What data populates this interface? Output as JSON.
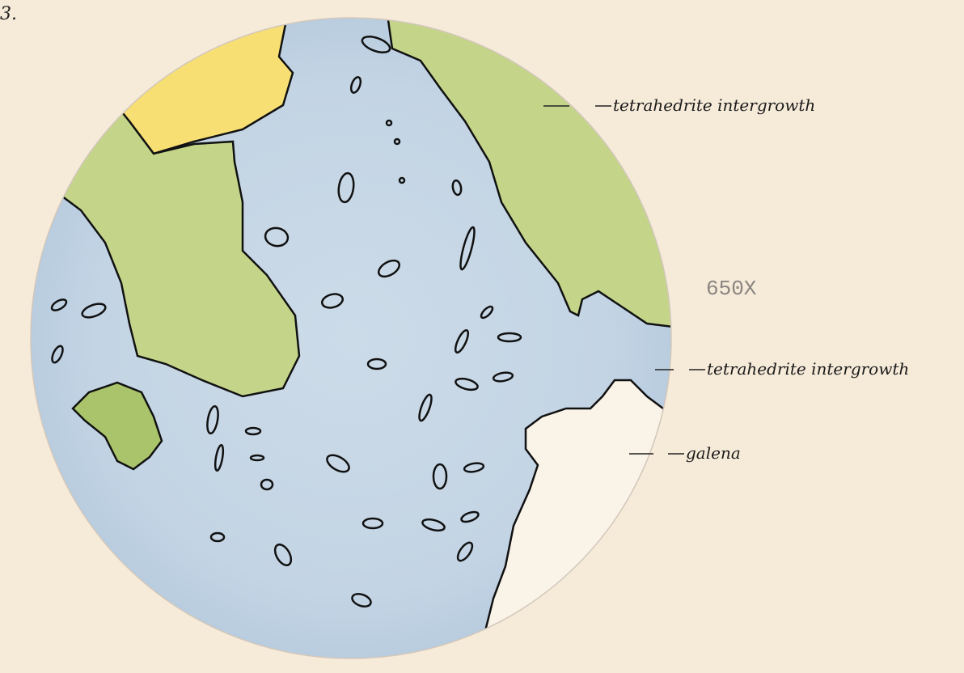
{
  "plate": {
    "number": "3."
  },
  "magnification": "650X",
  "labels": [
    {
      "text": "tetrahedrite intergrowth"
    },
    {
      "text": "tetrahedrite intergrowth"
    },
    {
      "text": "galena"
    }
  ],
  "colors": {
    "paper": "#f6ead9",
    "field": "#c8d8e6",
    "tetrahedrite": "#c4d58a",
    "yellow_phase": "#f7df74",
    "galena": "#faf3e8",
    "outline": "#111111"
  }
}
